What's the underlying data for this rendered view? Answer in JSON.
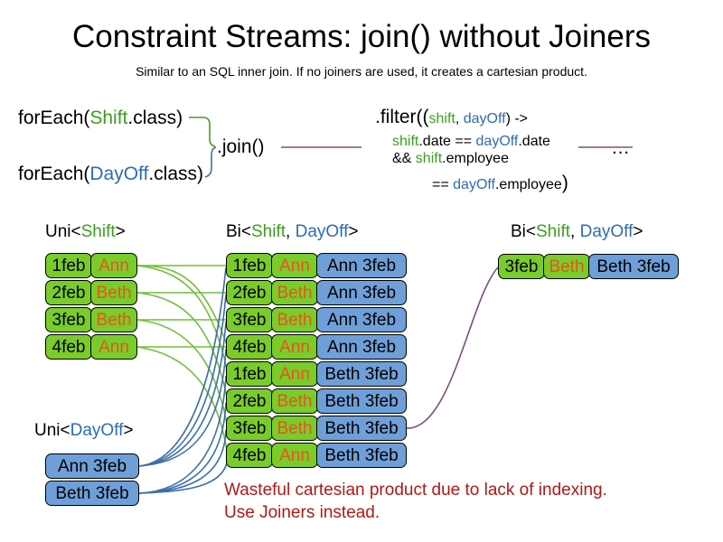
{
  "slide": {
    "title": "Constraint Streams: join() without Joiners",
    "subtitle": "Similar to an SQL inner join. If no joiners are used, it creates a cartesian product.",
    "warning": "Wasteful cartesian product due to lack of indexing.\nUse Joiners instead."
  },
  "colors": {
    "shift_green": "#3d9e1f",
    "dayoff_blue": "#2f6cb5",
    "card_green": "#79cc2a",
    "card_blue": "#6f9fd8",
    "name_orange": "#e6551e",
    "connector_purple": "#7a4e7e",
    "warning_red": "#b01818"
  },
  "code": {
    "foreach_shift": {
      "prefix": "forEach(",
      "type": "Shift",
      "suffix": ".class)"
    },
    "foreach_dayoff": {
      "prefix": "forEach(",
      "type": "DayOff",
      "suffix": ".class)"
    },
    "join": ".join()",
    "ellipsis": "…",
    "filter": {
      "line1_a": ".filter((",
      "line1_shift": "shift",
      "line1_comma": ", ",
      "line1_dayoff": "dayOff",
      "line1_b": ") ->",
      "line2_shift": "shift",
      "line2_mid": ".date == ",
      "line2_dayoff": "dayOff",
      "line2_end": ".date",
      "line3_a": "&& ",
      "line3_shift": "shift",
      "line3_end": ".employee",
      "line4_a": "== ",
      "line4_dayoff": "dayOff",
      "line4_end": ".employee",
      "line4_close": ")"
    }
  },
  "streams": {
    "uni_shift": {
      "prefix": "Uni<",
      "type": "Shift",
      "suffix": ">"
    },
    "uni_dayoff": {
      "prefix": "Uni<",
      "type": "DayOff",
      "suffix": ">"
    },
    "bi_middle": {
      "prefix": "Bi<",
      "type1": "Shift",
      "sep": ", ",
      "type2": "DayOff",
      "suffix": ">"
    },
    "bi_right": {
      "prefix": "Bi<",
      "type1": "Shift",
      "sep": ", ",
      "type2": "DayOff",
      "suffix": ">"
    }
  },
  "shifts": [
    {
      "date": "1feb",
      "employee": "Ann"
    },
    {
      "date": "2feb",
      "employee": "Beth"
    },
    {
      "date": "3feb",
      "employee": "Beth"
    },
    {
      "date": "4feb",
      "employee": "Ann"
    }
  ],
  "dayoffs": [
    {
      "label": "Ann 3feb"
    },
    {
      "label": "Beth 3feb"
    }
  ],
  "cartesian": [
    {
      "date": "1feb",
      "employee": "Ann",
      "dayoff": "Ann 3feb"
    },
    {
      "date": "2feb",
      "employee": "Beth",
      "dayoff": "Ann 3feb"
    },
    {
      "date": "3feb",
      "employee": "Beth",
      "dayoff": "Ann 3feb"
    },
    {
      "date": "4feb",
      "employee": "Ann",
      "dayoff": "Ann 3feb"
    },
    {
      "date": "1feb",
      "employee": "Ann",
      "dayoff": "Beth 3feb"
    },
    {
      "date": "2feb",
      "employee": "Beth",
      "dayoff": "Beth 3feb"
    },
    {
      "date": "3feb",
      "employee": "Beth",
      "dayoff": "Beth 3feb"
    },
    {
      "date": "4feb",
      "employee": "Ann",
      "dayoff": "Beth 3feb"
    }
  ],
  "result": [
    {
      "date": "3feb",
      "employee": "Beth",
      "dayoff": "Beth 3feb"
    }
  ]
}
